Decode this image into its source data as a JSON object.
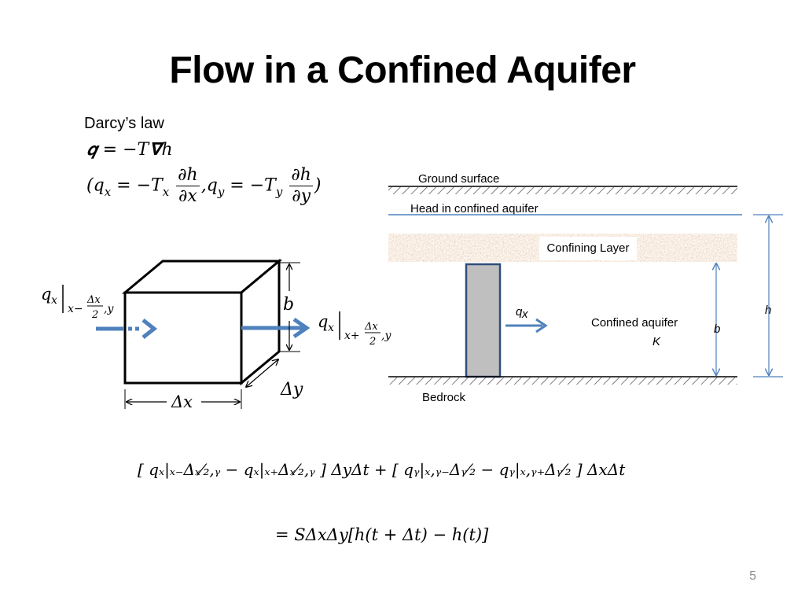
{
  "title": "Flow in a Confined Aquifer",
  "darcy": {
    "label": "Darcy’s law",
    "eq_vector": "𝒒 = −𝑇𝛁ℎ",
    "eq_components_open": "(",
    "qx": "𝑞",
    "x": "𝑥",
    "eq": " = −",
    "Tx": "𝑇",
    "dh": "∂ℎ",
    "dx": "∂𝑥",
    "comma": ",",
    "qy": "𝑞",
    "y": "𝑦",
    "Ty": "𝑇",
    "dy": "∂𝑦",
    "eq_components_close": ")"
  },
  "cube": {
    "left_flux": "q",
    "left_flux_sub": "x",
    "left_eval": "x−",
    "left_dx": "Δx",
    "left_2": "2",
    "left_y": ",y",
    "right_flux": "q",
    "right_flux_sub": "x",
    "right_eval": "x+",
    "right_dx": "Δx",
    "right_2": "2",
    "right_y": ",y",
    "height": "b",
    "width": "Δx",
    "depth": "Δy"
  },
  "section": {
    "ground_surface": "Ground surface",
    "head": "Head in confined aquifer",
    "confining_layer": "Confining Layer",
    "qx": "q",
    "qx_sub": "x",
    "aquifer": "Confined aquifer",
    "K": "K",
    "b": "b",
    "h": "h",
    "bedrock": "Bedrock"
  },
  "mass_balance": {
    "line1": "[ qₓ|ₓ₋Δₓ⁄₂,ᵧ − qₓ|ₓ₊Δₓ⁄₂,ᵧ ] ΔyΔt + [ qᵧ|ₓ,ᵧ₋Δᵧ⁄₂ − qᵧ|ₓ,ᵧ₊Δᵧ⁄₂ ] ΔxΔt",
    "line2": "= SΔxΔy[h(t + Δt) − h(t)]"
  },
  "page_number": "5",
  "colors": {
    "arrow_blue": "#4f81bd",
    "line_blue": "#4f81bd",
    "well_gray": "#bfbfbf",
    "well_border": "#2e4d7b",
    "page_num": "#8c8c8c"
  }
}
